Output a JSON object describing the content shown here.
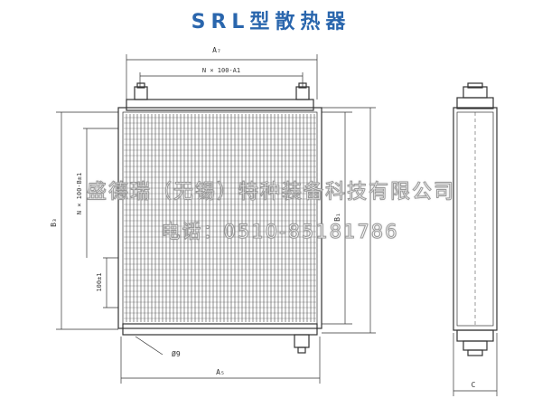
{
  "title": "SRL型散热器",
  "watermark": {
    "company": "盛德瑞（无锡）特种装备科技有限公司",
    "phone": "电话：0510-85181786"
  },
  "dimensions": {
    "a7": "A₇",
    "n_a1": "N × 100-A1",
    "b3": "B₃",
    "n_b1": "N × 100-B±1",
    "step": "100±1",
    "b1": "B₁",
    "hole": "Ø9",
    "a5": "A₅",
    "c": "C"
  },
  "colors": {
    "title": "#2a66ad",
    "line": "#333333"
  }
}
